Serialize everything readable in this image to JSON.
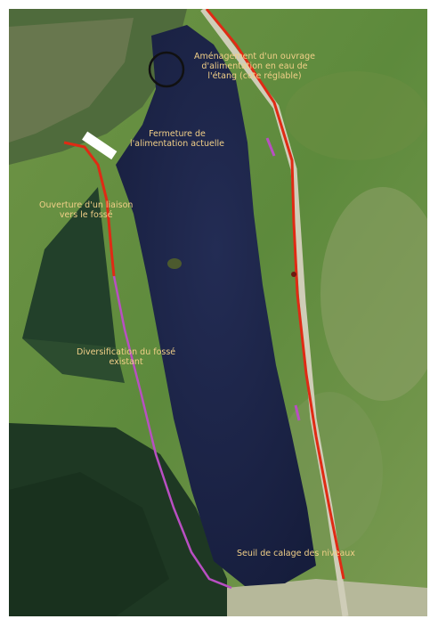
{
  "colors": {
    "label_text": "#f2d088",
    "boundary_line": "#e02a14",
    "ditch_line": "#b94fc2",
    "lake": "#1c2448",
    "meadow": "#5c8a3a",
    "forest": "#1f3a22",
    "marker": "#111111",
    "closure_bar": "#ffffff"
  },
  "annotations": {
    "amenagement": [
      "Aménagement d'un ouvrage",
      "d'alimentation en eau de",
      "l'étang (cote réglable)"
    ],
    "fermeture": [
      "Fermeture de",
      "l'alimentation actuelle"
    ],
    "ouverture": [
      "Ouverture d'un liaison",
      "vers le fossé"
    ],
    "diversification": [
      "Diversification du fossé",
      "existant"
    ],
    "seuil": [
      "Seuil de calage des niveaux"
    ]
  },
  "symbols": {
    "intake_marker": "circle-marker-icon",
    "closure_marker": "white-bar-marker-icon"
  }
}
